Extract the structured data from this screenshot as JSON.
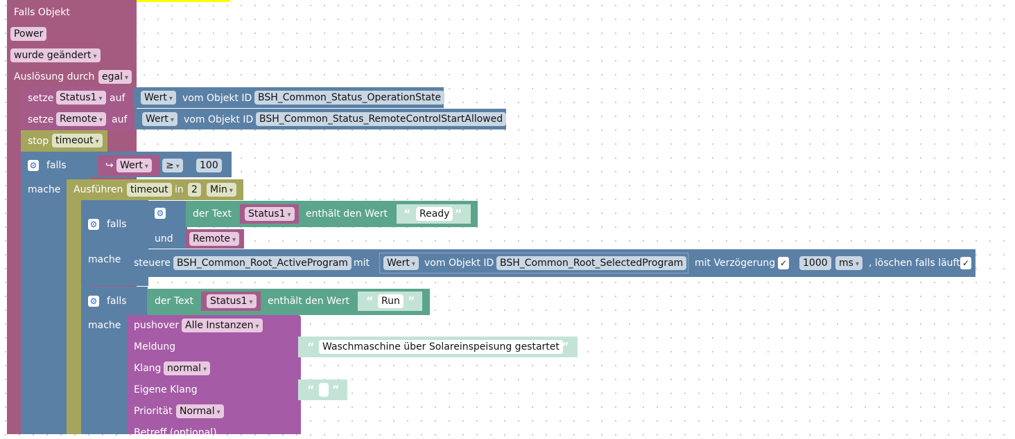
{
  "trigger": {
    "title": "Falls Objekt",
    "object": "Power",
    "event": "wurde geändert",
    "cause_label": "Auslösung durch",
    "cause_value": "egal"
  },
  "set1": {
    "setze": "setze",
    "var": "Status1",
    "auf": "auf",
    "wert": "Wert",
    "vom": "vom Objekt ID",
    "oid": "BSH_Common_Status_OperationState"
  },
  "set2": {
    "setze": "setze",
    "var": "Remote",
    "auf": "auf",
    "wert": "Wert",
    "vom": "vom Objekt ID",
    "oid": "BSH_Common_Status_RemoteControlStartAllowed"
  },
  "stop": {
    "label": "stop",
    "name": "timeout"
  },
  "if1": {
    "falls": "falls",
    "mache": "mache",
    "arrow": "↪",
    "wert": "Wert",
    "op": "≥",
    "num": "100"
  },
  "timeout": {
    "label": "Ausführen",
    "name": "timeout",
    "in": "in",
    "value": "2",
    "unit": "Min"
  },
  "if2": {
    "falls": "falls",
    "mache": "mache",
    "und": "und",
    "der_text": "der Text",
    "var": "Status1",
    "contains": "enthält den Wert",
    "str": "Ready",
    "var2": "Remote"
  },
  "control": {
    "label": "steuere",
    "oid": "BSH_Common_Root_ActiveProgram",
    "mit": "mit",
    "wert": "Wert",
    "vom": "vom Objekt ID",
    "oid2": "BSH_Common_Root_SelectedProgram",
    "delay": "mit Verzögerung",
    "check": "✓",
    "ms_value": "1000",
    "unit": "ms",
    "clear": ", löschen falls läuft",
    "check2": "✓"
  },
  "if3": {
    "falls": "falls",
    "mache": "mache",
    "der_text": "der Text",
    "var": "Status1",
    "contains": "enthält den Wert",
    "str": "Run"
  },
  "pushover": {
    "label": "pushover",
    "instance": "Alle Instanzen",
    "meldung": "Meldung",
    "message": "Waschmaschine über Solareinspeisung gestartet",
    "klang": "Klang",
    "klang_value": "normal",
    "eigene": "Eigene Klang",
    "eigene_value": "",
    "prio": "Priorität",
    "prio_value": "Normal",
    "betreff": "Betreff (optional)"
  },
  "icons": {
    "gear": "⚙",
    "dropdown": "▾",
    "quote_open": "“",
    "quote_close": "”"
  },
  "colors": {
    "trigger": "#a55b80",
    "object": "#5b80a5",
    "logic": "#5b80a5",
    "timer": "#a5a55b",
    "text": "#5ba58c",
    "variable": "#a55b8a",
    "pushover": "#a55ba5",
    "highlight": "#ffff00"
  }
}
